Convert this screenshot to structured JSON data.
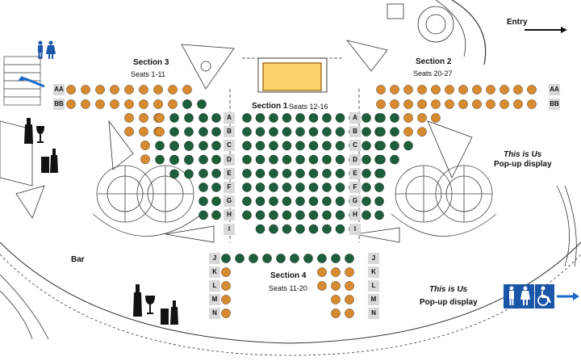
{
  "entry_label": "Entry",
  "bar_label": "Bar",
  "sections": {
    "section1": {
      "title": "Section 1",
      "seats": "Seats 12-16"
    },
    "section2": {
      "title": "Section 2",
      "seats": "Seats 20-27"
    },
    "section3": {
      "title": "Section 3",
      "seats": "Seats 1-11"
    },
    "section4": {
      "title": "Section 4",
      "seats": "Seats 11-20"
    }
  },
  "popups": [
    {
      "title": "This is Us",
      "subtitle": "Pop-up display"
    },
    {
      "title": "This is Us",
      "subtitle": "Pop-up display"
    }
  ],
  "rows_main": [
    "A",
    "B",
    "C",
    "D",
    "E",
    "F",
    "G",
    "H",
    "I"
  ],
  "rows_lower": [
    "J",
    "K",
    "L",
    "M",
    "N"
  ],
  "rows_top": [
    "AA",
    "BB"
  ],
  "legend": {
    "reserved_color": "#d88a2e",
    "available_color": "#1d5e3c"
  },
  "icons": [
    "restroom-icon",
    "drink-icon",
    "accessible-icon"
  ]
}
